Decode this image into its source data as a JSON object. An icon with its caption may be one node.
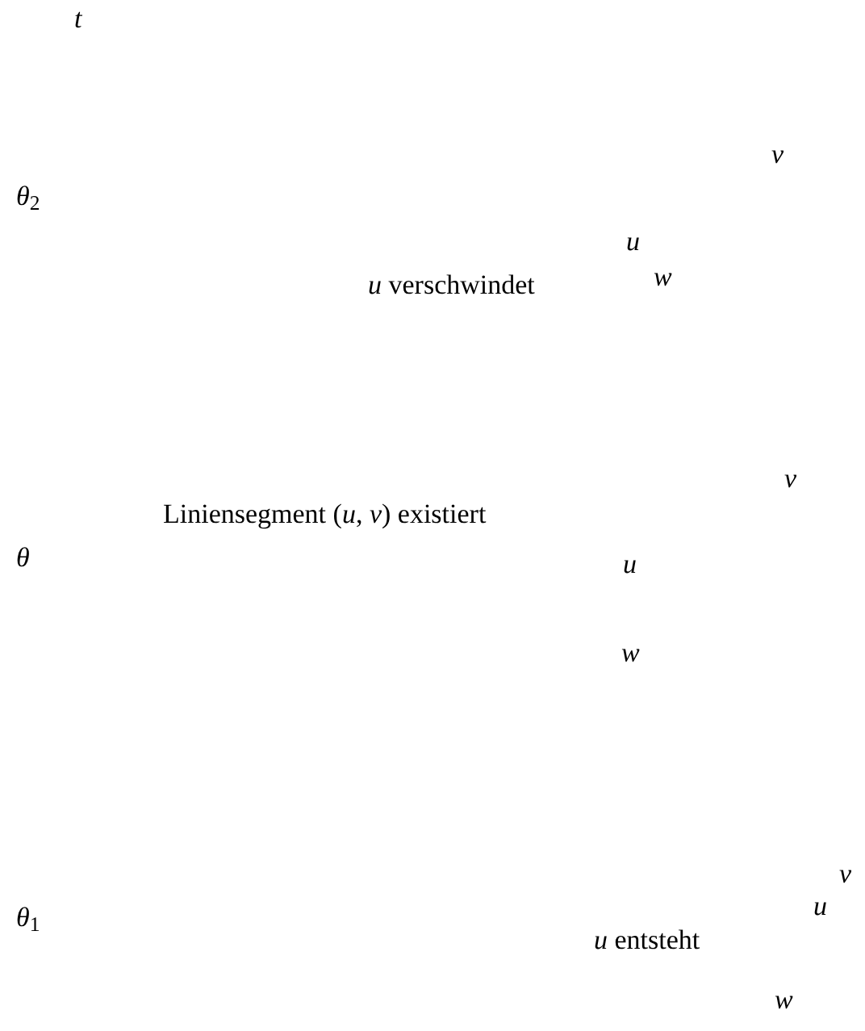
{
  "diagram": {
    "labels": [
      "*t*",
      "*v*",
      "*θ*$_{2}$",
      "*u* verschwindet",
      "*u*",
      "*w*",
      "*v*",
      "Liniensegment (*u*, *v*) existiert",
      "*θ*",
      "*u*",
      "*w*",
      "*v*",
      "*u*",
      "*θ*$_{1}$",
      "*u* entsteht",
      "*w*"
    ]
  }
}
